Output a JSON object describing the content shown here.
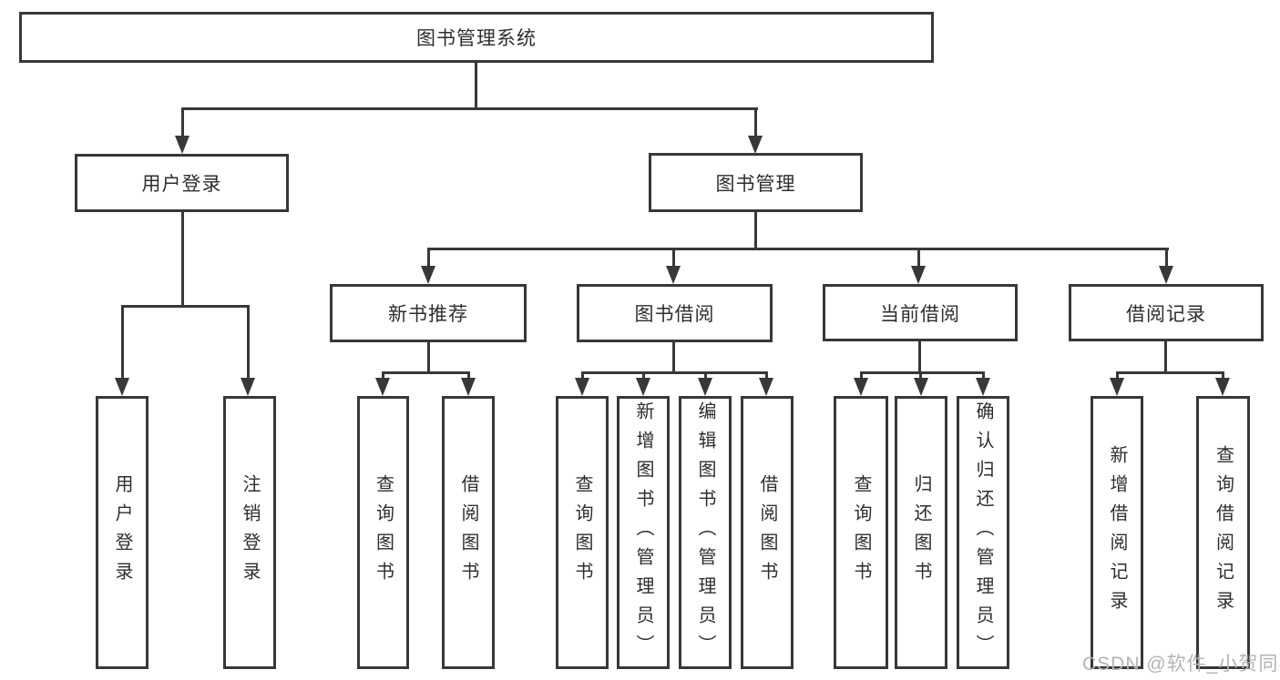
{
  "diagram": {
    "type": "tree",
    "root": {
      "label": "图书管理系统"
    },
    "level2": [
      {
        "label": "用户登录",
        "parent": "图书管理系统"
      },
      {
        "label": "图书管理",
        "parent": "图书管理系统"
      }
    ],
    "level3": [
      {
        "label": "新书推荐",
        "parent": "图书管理"
      },
      {
        "label": "图书借阅",
        "parent": "图书管理"
      },
      {
        "label": "当前借阅",
        "parent": "图书管理"
      },
      {
        "label": "借阅记录",
        "parent": "图书管理"
      }
    ],
    "leaves": [
      {
        "label": "用户登录",
        "parent": "用户登录"
      },
      {
        "label": "注销登录",
        "parent": "用户登录"
      },
      {
        "label": "查询图书",
        "parent": "新书推荐"
      },
      {
        "label": "借阅图书",
        "parent": "新书推荐"
      },
      {
        "label": "查询图书",
        "parent": "图书借阅"
      },
      {
        "label": "新增图书（管理员）",
        "parent": "图书借阅"
      },
      {
        "label": "编辑图书（管理员）",
        "parent": "图书借阅"
      },
      {
        "label": "借阅图书",
        "parent": "图书借阅"
      },
      {
        "label": "查询图书",
        "parent": "当前借阅"
      },
      {
        "label": "归还图书",
        "parent": "当前借阅"
      },
      {
        "label": "确认归还（管理员）",
        "parent": "当前借阅"
      },
      {
        "label": "新增借阅记录",
        "parent": "借阅记录"
      },
      {
        "label": "查询借阅记录",
        "parent": "借阅记录"
      }
    ],
    "watermark": "CSDN @软件_小贺同学",
    "colors": {
      "line": "#383838",
      "text": "#2e2e2e",
      "background": "#ffffff",
      "watermark": "#b4b4b4"
    }
  }
}
